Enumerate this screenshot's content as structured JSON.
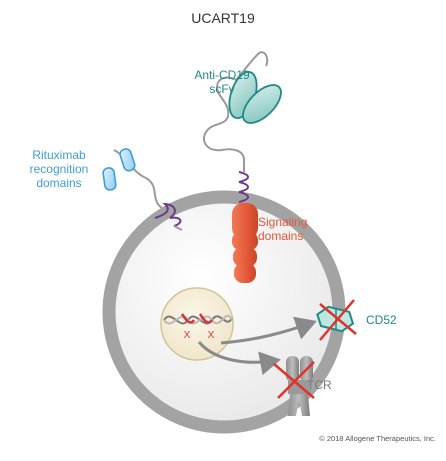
{
  "title": "UCART19",
  "labels": {
    "anti_cd19": "Anti-CD19\nscFv",
    "rituximab": "Rituximab\nrecognition\ndomains",
    "signaling": "Signaling\ndomains",
    "cd52": "CD52",
    "tcr": "TCR"
  },
  "nucleus_marks": [
    "X",
    "X"
  ],
  "copyright": "© 2018 Allogene Therapeutics, Inc.",
  "colors": {
    "teal": "#1e8a86",
    "teal_light": "#a9d8d3",
    "blue": "#3e9ed8",
    "blue_light": "#bfe0f5",
    "red_orange": "#e1583a",
    "cell_gray": "#9c9c9c",
    "purple": "#6b3c8c",
    "strike_red": "#e0322a"
  }
}
